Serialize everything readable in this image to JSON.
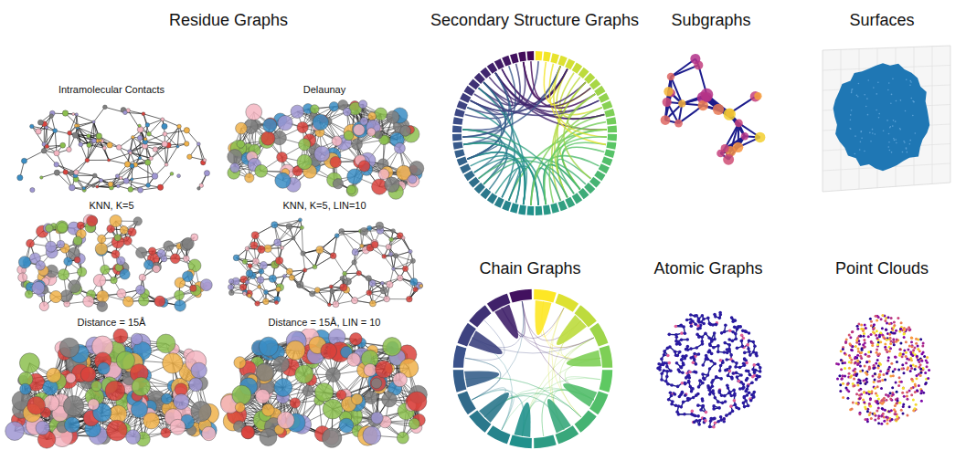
{
  "diagram": {
    "labels": [
      "Residue Graphs",
      "Secondary Structure Graphs",
      "Subgraphs",
      "Surfaces",
      "Intramolecular Contacts",
      "Delaunay",
      "KNN, K=5",
      "KNN, K=5, LIN=10",
      "Distance = 15Å",
      "Distance = 15Å, LIN = 10",
      "Chain Graphs",
      "Atomic Graphs",
      "Point Clouds"
    ]
  }
}
